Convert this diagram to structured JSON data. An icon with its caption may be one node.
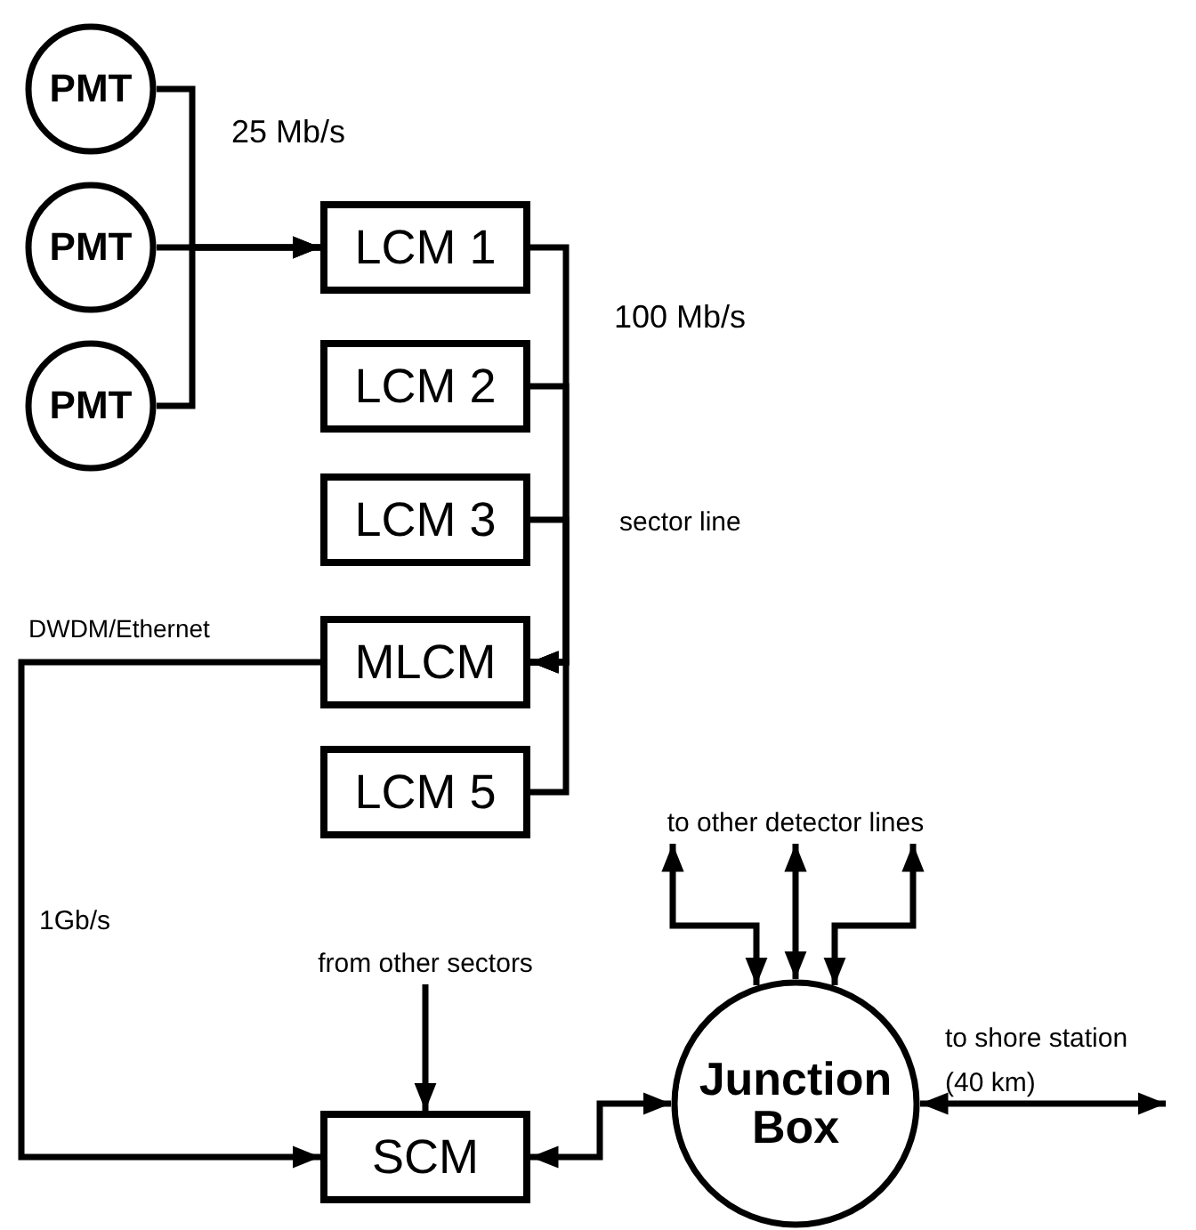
{
  "diagram": {
    "nodes": [
      {
        "text": [
          "PMT"
        ]
      },
      {
        "text": [
          "PMT"
        ]
      },
      {
        "text": [
          "PMT"
        ]
      },
      {
        "text": [
          "LCM 1"
        ]
      },
      {
        "text": [
          "LCM 2"
        ]
      },
      {
        "text": [
          "LCM 3"
        ]
      },
      {
        "text": [
          "MLCM"
        ]
      },
      {
        "text": [
          "LCM 5"
        ]
      },
      {
        "text": [
          "SCM"
        ]
      },
      {
        "text": [
          "Junction Box"
        ]
      },
      {
        "text": [
          "to other detector lines"
        ]
      },
      {
        "text": [
          "from other sectors"
        ]
      }
    ],
    "edges": [
      {
        "from": 0,
        "to": 3,
        "arrow": "to"
      },
      {
        "from": 1,
        "to": 3,
        "arrow": "to"
      },
      {
        "from": 2,
        "to": 3,
        "arrow": "to"
      },
      {
        "from": 3,
        "to": 6,
        "arrow": "to"
      },
      {
        "from": 4,
        "to": 6,
        "arrow": "to"
      },
      {
        "from": 5,
        "to": 6,
        "arrow": "to"
      },
      {
        "from": 7,
        "to": 6,
        "arrow": "to"
      },
      {
        "from": 6,
        "to": 8,
        "arrow": "to"
      },
      {
        "from": 11,
        "to": 8,
        "arrow": "to"
      },
      {
        "from": 8,
        "to": 9,
        "arrow": "both"
      },
      {
        "from": 9,
        "to": 10,
        "arrow": "both"
      },
      {
        "from": 9,
        "to": 10,
        "arrow": "both"
      },
      {
        "from": 9,
        "to": 10,
        "arrow": "both"
      },
      {
        "from": 9,
        "to": null,
        "arrow": "both"
      }
    ],
    "labels": [
      "25 Mb/s",
      "100 Mb/s",
      "sector line",
      "DWDM/Ethernet",
      "1Gb/s",
      "to shore station",
      "(40 km)"
    ]
  }
}
